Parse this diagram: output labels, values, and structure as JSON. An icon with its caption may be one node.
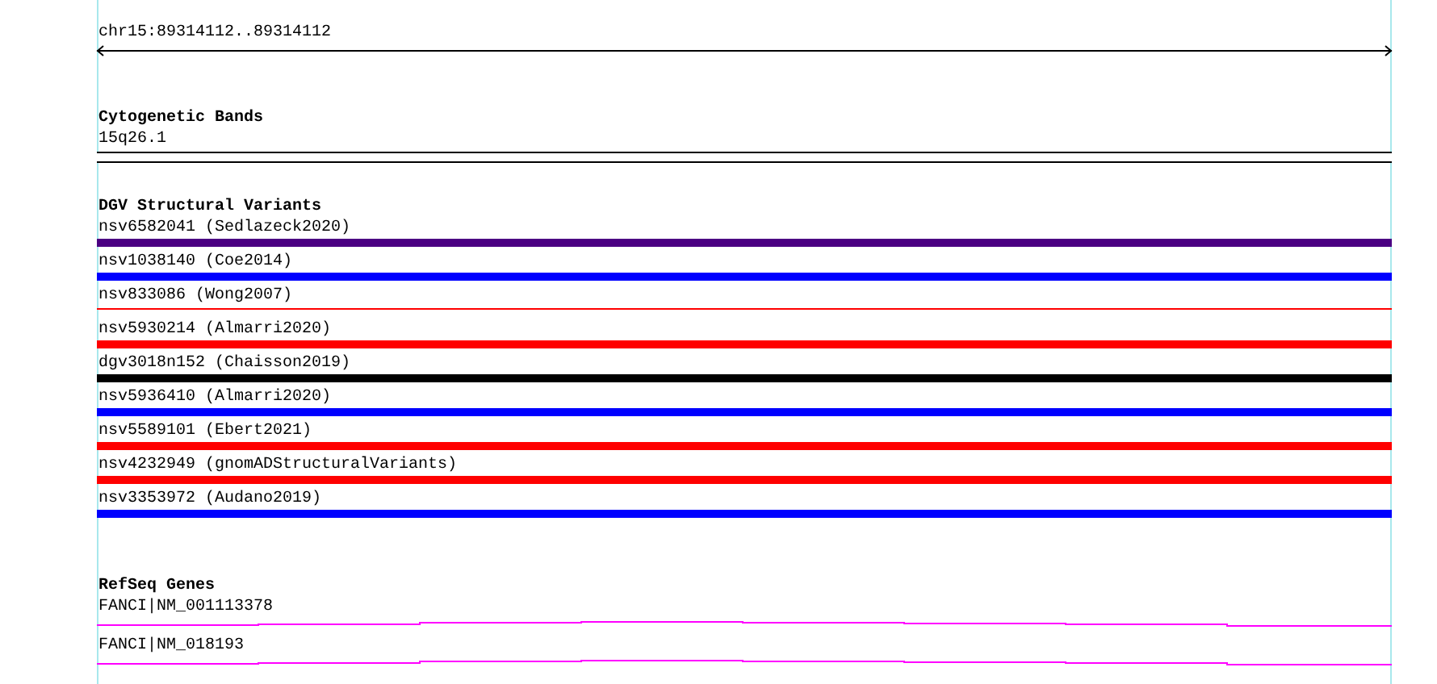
{
  "diagram": {
    "nodes": [
      {
        "text": [
          "Cytogenetic Bands"
        ]
      },
      {
        "text": [
          "15q26.1"
        ],
        "in": 0
      },
      {
        "text": [
          "DGV Structural Variants"
        ]
      },
      {
        "text": [
          "nsv6582041 (Sedlazeck2020)"
        ],
        "in": 2
      },
      {
        "text": [
          "nsv1038140 (Coe2014)"
        ],
        "in": 2
      },
      {
        "text": [
          "nsv833086 (Wong2007)"
        ],
        "in": 2
      },
      {
        "text": [
          "nsv5930214 (Almarri2020)"
        ],
        "in": 2
      },
      {
        "text": [
          "dgv3018n152 (Chaisson2019)"
        ],
        "in": 2
      },
      {
        "text": [
          "nsv5936410 (Almarri2020)"
        ],
        "in": 2
      },
      {
        "text": [
          "nsv5589101 (Ebert2021)"
        ],
        "in": 2
      },
      {
        "text": [
          "nsv4232949 (gnomADStructuralVariants)"
        ],
        "in": 2
      },
      {
        "text": [
          "nsv3353972 (Audano2019)"
        ],
        "in": 2
      },
      {
        "text": [
          "RefSeq Genes"
        ]
      },
      {
        "text": [
          "FANCI|NM_001113378"
        ],
        "in": 12
      },
      {
        "text": [
          "FANCI|NM_018193"
        ],
        "in": 12
      }
    ],
    "labels": [
      "chr15:89314112..89314112"
    ]
  }
}
